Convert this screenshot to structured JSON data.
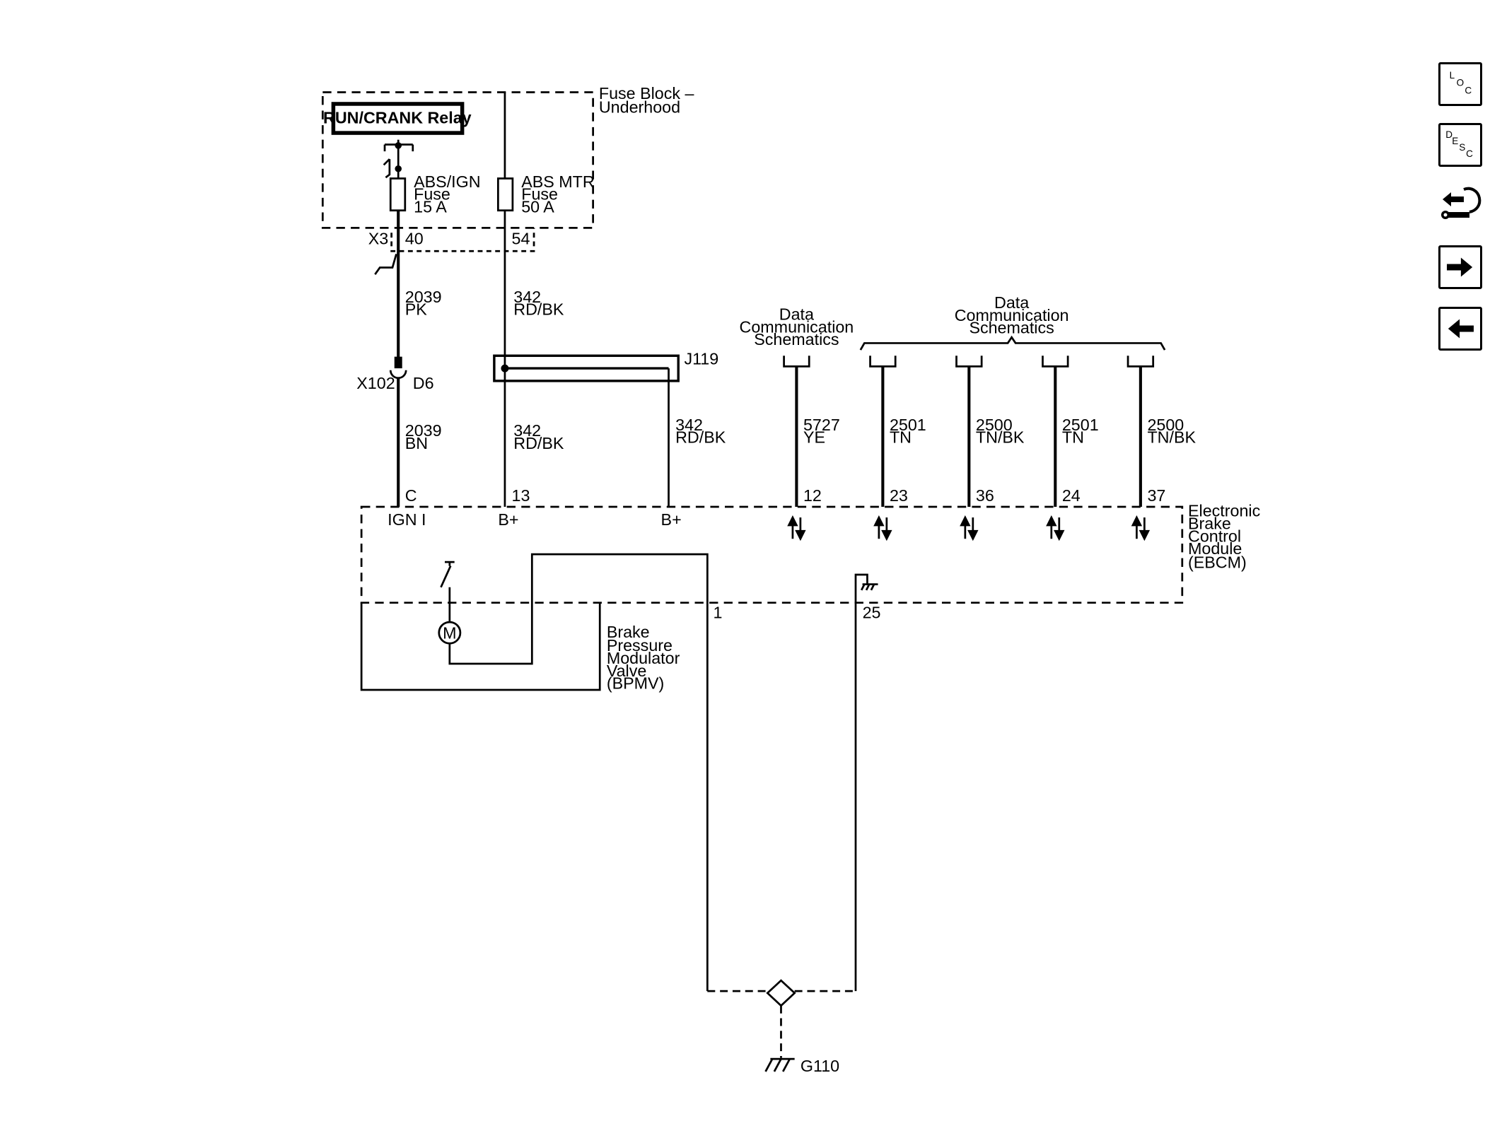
{
  "fuse_block": {
    "label": [
      "Fuse Block –",
      "Underhood"
    ],
    "relay": "RUN/CRANK Relay",
    "fuse_abs_ign": [
      "ABS/IGN",
      "Fuse",
      "15 A"
    ],
    "fuse_abs_mtr": [
      "ABS MTR",
      "Fuse",
      "50 A"
    ],
    "connector": "X3",
    "pin_ign": "40",
    "pin_mtr": "54"
  },
  "circuits": {
    "ign_upper": [
      "2039",
      "PK"
    ],
    "b_upper": [
      "342",
      "RD/BK"
    ],
    "ign_lower": [
      "2039",
      "BN"
    ],
    "b_lower_1": [
      "342",
      "RD/BK"
    ],
    "b_lower_2": [
      "342",
      "RD/BK"
    ]
  },
  "inline_connector": {
    "name": "X102",
    "pin": "D6"
  },
  "splice": "J119",
  "data_comm": {
    "single_label": [
      "Data",
      "Communication",
      "Schematics"
    ],
    "group_label": [
      "Data",
      "Communication",
      "Schematics"
    ],
    "wires": [
      {
        "circuit": "5727",
        "color": "YE",
        "pin": "12"
      },
      {
        "circuit": "2501",
        "color": "TN",
        "pin": "23"
      },
      {
        "circuit": "2500",
        "color": "TN/BK",
        "pin": "36"
      },
      {
        "circuit": "2501",
        "color": "TN",
        "pin": "24"
      },
      {
        "circuit": "2500",
        "color": "TN/BK",
        "pin": "37"
      }
    ]
  },
  "ebcm": {
    "label": [
      "Electronic",
      "Brake",
      "Control",
      "Module",
      "(EBCM)"
    ],
    "pin_ign": "C",
    "pin_b1": "13",
    "term_ign": "IGN I",
    "term_b1": "B+",
    "term_b2": "B+",
    "pin_ground_1": "1",
    "pin_ground_2": "25"
  },
  "bpmv": {
    "label": [
      "Brake",
      "Pressure",
      "Modulator",
      "Valve",
      "(BPMV)"
    ],
    "motor": "M"
  },
  "ground": "G110",
  "nav": {
    "loc": [
      "L",
      "O",
      "C"
    ],
    "desc": [
      "D",
      "E",
      "S",
      "C"
    ]
  }
}
